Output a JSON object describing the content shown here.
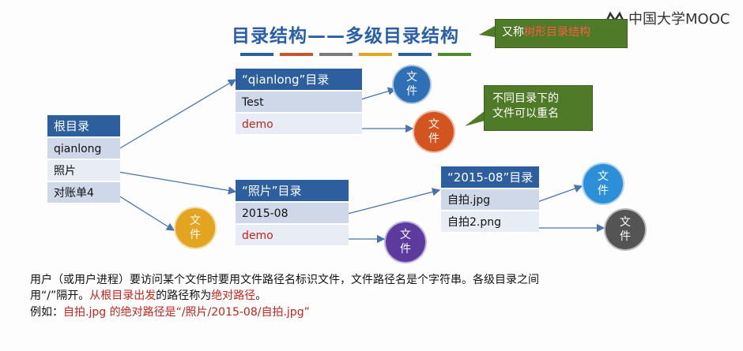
{
  "title": "目录结构——多级目录结构",
  "logo": {
    "text": "中国大学MOOC"
  },
  "callouts": {
    "tree": {
      "prefix": "又称",
      "highlight": "树形目录结构"
    },
    "rename": {
      "line1": "不同目录下的",
      "line2": "文件可以重名"
    }
  },
  "stripe_colors": [
    "#2d5f9e",
    "#c8552b",
    "#7a7a7a",
    "#e3a51f",
    "#2d5f9e",
    "#4f8a2b"
  ],
  "root_dir": {
    "header": "根目录",
    "rows": [
      "qianlong",
      "照片",
      "对账单4"
    ]
  },
  "qianlong_dir": {
    "header": "“qianlong”目录",
    "rows": [
      "Test",
      "demo"
    ]
  },
  "photo_dir": {
    "header": "“照片”目录",
    "rows": [
      "2015-08",
      "demo"
    ]
  },
  "dir_201508": {
    "header": "“2015-08”目录",
    "rows": [
      "自拍.jpg",
      "自拍2.png"
    ]
  },
  "file_label": "文件",
  "colors": {
    "blue": "#2e6fb5",
    "orange": "#d2541f",
    "gold": "#e3a51f",
    "purple": "#5d3a9e",
    "sky": "#2d8fd8",
    "gray": "#545454",
    "callout_green": "#4f7a28",
    "header_blue": "#2d5f9e",
    "highlight_red": "#c0241c"
  },
  "description": {
    "line1": "用户（或用户进程）要访问某个文件时要用文件路径名标识文件，文件路径名是个字符串。各级目录之间",
    "line2_a": "用“/”隔开。",
    "line2_b": "从根目录出发",
    "line2_c": "的路径称为",
    "line2_d": "绝对路径",
    "line2_e": "。",
    "line3_a": "例如：",
    "line3_b": "自拍.jpg 的绝对路径是“/照片/2015-08/自拍.jpg”"
  }
}
